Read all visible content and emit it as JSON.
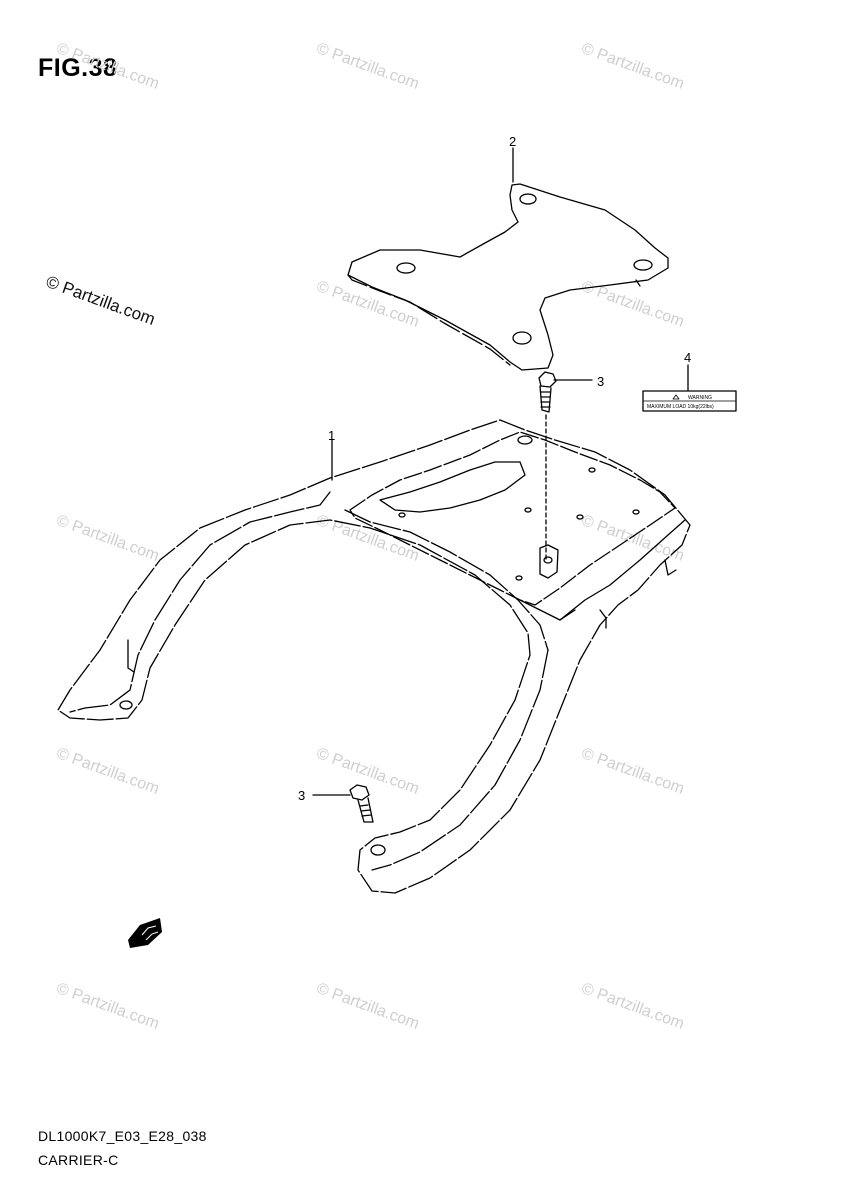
{
  "figure": {
    "title": "FIG.38"
  },
  "copyright": {
    "main": "© Partzilla.com",
    "watermark": "© Partzilla.com"
  },
  "callouts": [
    {
      "number": "1",
      "part": "carrier"
    },
    {
      "number": "2",
      "part": "carrier plate"
    },
    {
      "number": "3",
      "part": "bolt"
    },
    {
      "number": "3",
      "part": "bolt"
    },
    {
      "number": "4",
      "part": "warning label"
    }
  ],
  "warning_label": {
    "heading": "WARNING",
    "text": "MAXIMUM LOAD 10kg(22lbs)"
  },
  "footer": {
    "code": "DL1000K7_E03_E28_038",
    "name": "CARRIER-C"
  }
}
